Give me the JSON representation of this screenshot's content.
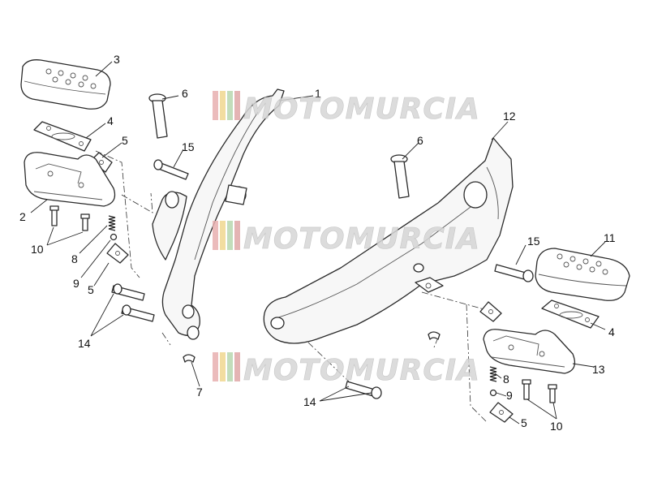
{
  "watermark": {
    "text": "MOTOMURCIA",
    "flag_colors": [
      "#e8b0b0",
      "#f0d890",
      "#b8d8b0",
      "#e0a8a8"
    ]
  },
  "callouts": {
    "c3": "3",
    "c4_left": "4",
    "c5_top_left": "5",
    "c2": "2",
    "c10_left": "10",
    "c8_left": "8",
    "c9_left": "9",
    "c5_mid_left": "5",
    "c14_left": "14",
    "c6_left": "6",
    "c15_left": "15",
    "c1": "1",
    "c7": "7",
    "c6_right": "6",
    "c12": "12",
    "c15_right": "15",
    "c11": "11",
    "c4_right": "4",
    "c13": "13",
    "c8_right": "8",
    "c9_right": "9",
    "c5_right": "5",
    "c10_right": "10",
    "c14_bottom": "14"
  }
}
